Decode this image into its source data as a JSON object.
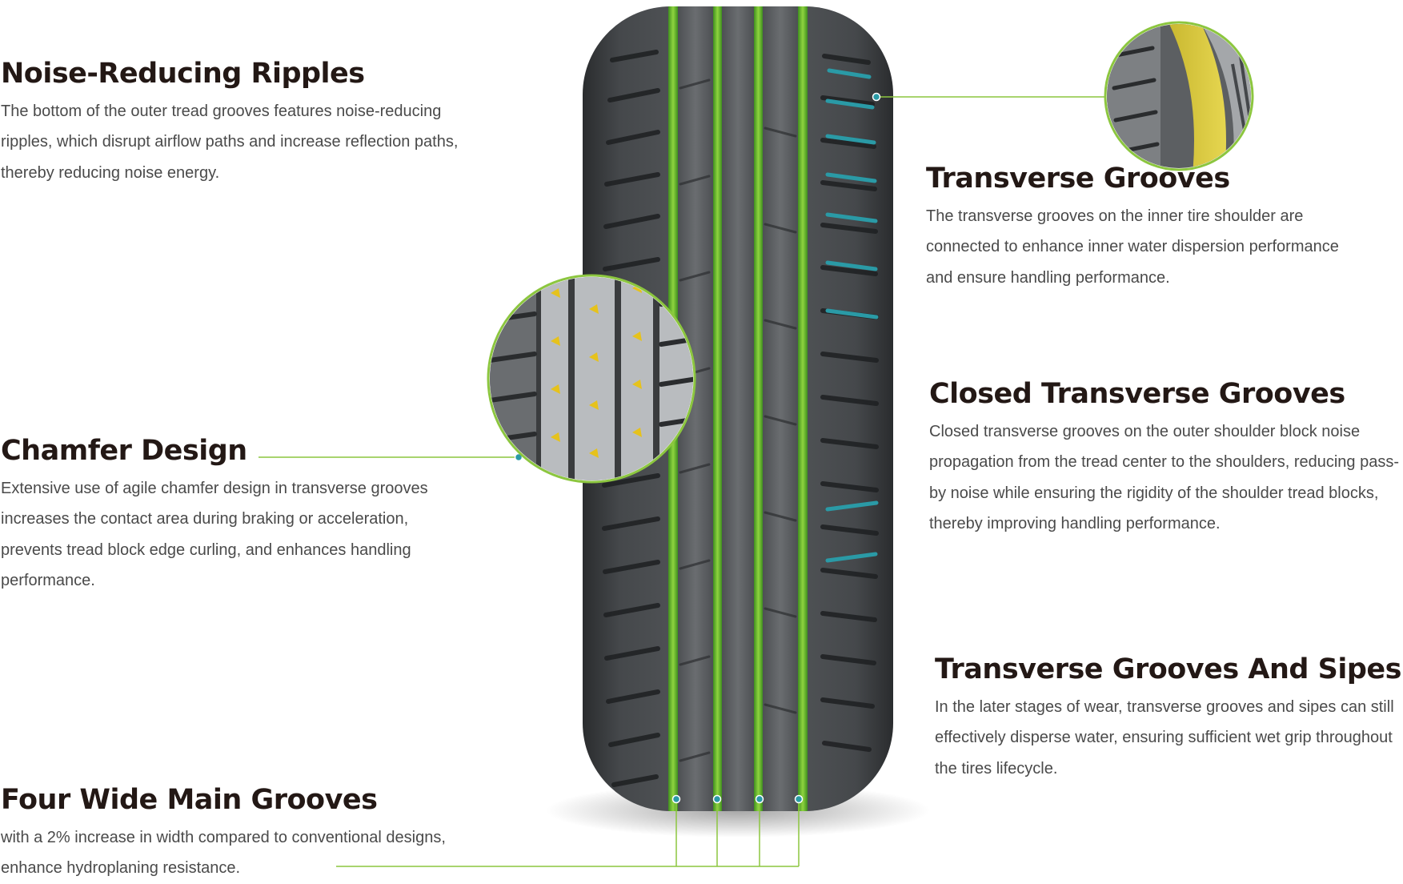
{
  "features": {
    "noise_reducing_ripples": {
      "title": "Noise-Reducing Ripples",
      "desc": "The bottom of the outer tread grooves features noise-reducing ripples, which disrupt airflow paths and increase reflection paths, thereby reducing noise energy."
    },
    "chamfer_design": {
      "title": "Chamfer Design",
      "desc": "Extensive use of agile chamfer design in transverse grooves increases the contact area during braking or acceleration, prevents tread block edge curling, and enhances handling performance."
    },
    "four_wide_main_grooves": {
      "title": "Four Wide Main Grooves",
      "desc": "with a 2% increase in width compared to conventional designs, enhance hydroplaning resistance."
    },
    "transverse_grooves": {
      "title": "Transverse Grooves",
      "desc": "The transverse grooves on the inner tire shoulder are connected to enhance inner water dispersion performance and ensure handling performance."
    },
    "closed_transverse_grooves": {
      "title": "Closed Transverse Grooves",
      "desc": "Closed transverse grooves on the outer shoulder block noise propagation from the tread center to the shoulders, reducing pass-by noise while ensuring the rigidity of the shoulder tread blocks, thereby improving handling performance."
    },
    "transverse_grooves_and_sipes": {
      "title": "Transverse Grooves And Sipes",
      "desc": "In the later stages of wear, transverse grooves and sipes can still effectively disperse water, ensuring sufficient wet grip throughout the tires lifecycle."
    }
  },
  "colors": {
    "accent_green": "#7ab83a",
    "groove_green": "#5cb82e",
    "marker_teal": "#2a9aa6",
    "heading": "#231815",
    "body_text": "#4a4a4a",
    "tire_dark": "#3a3d40"
  },
  "icons": [
    "tire-illustration",
    "chamfer-zoom-icon",
    "shoulder-zoom-icon"
  ]
}
